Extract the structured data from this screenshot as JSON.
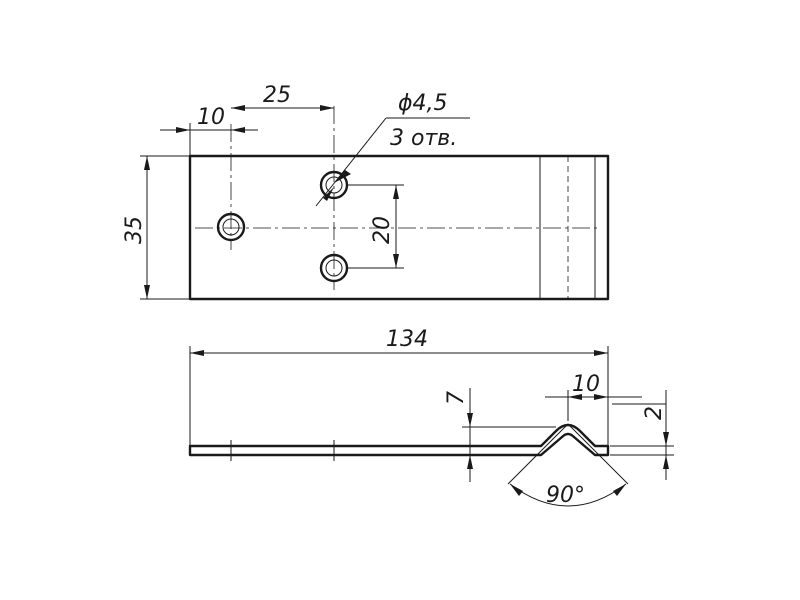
{
  "dimensions": {
    "hole_offset": "10",
    "hole_spacing_x": "25",
    "hole_diameter": "ϕ4,5",
    "hole_count": "3 отв.",
    "height": "35",
    "hole_spacing_y": "20",
    "length": "134",
    "bend_width": "10",
    "bend_height": "7",
    "thickness": "2",
    "bend_angle": "90°"
  },
  "colors": {
    "line": "#1a1a1a",
    "background": "#ffffff"
  }
}
